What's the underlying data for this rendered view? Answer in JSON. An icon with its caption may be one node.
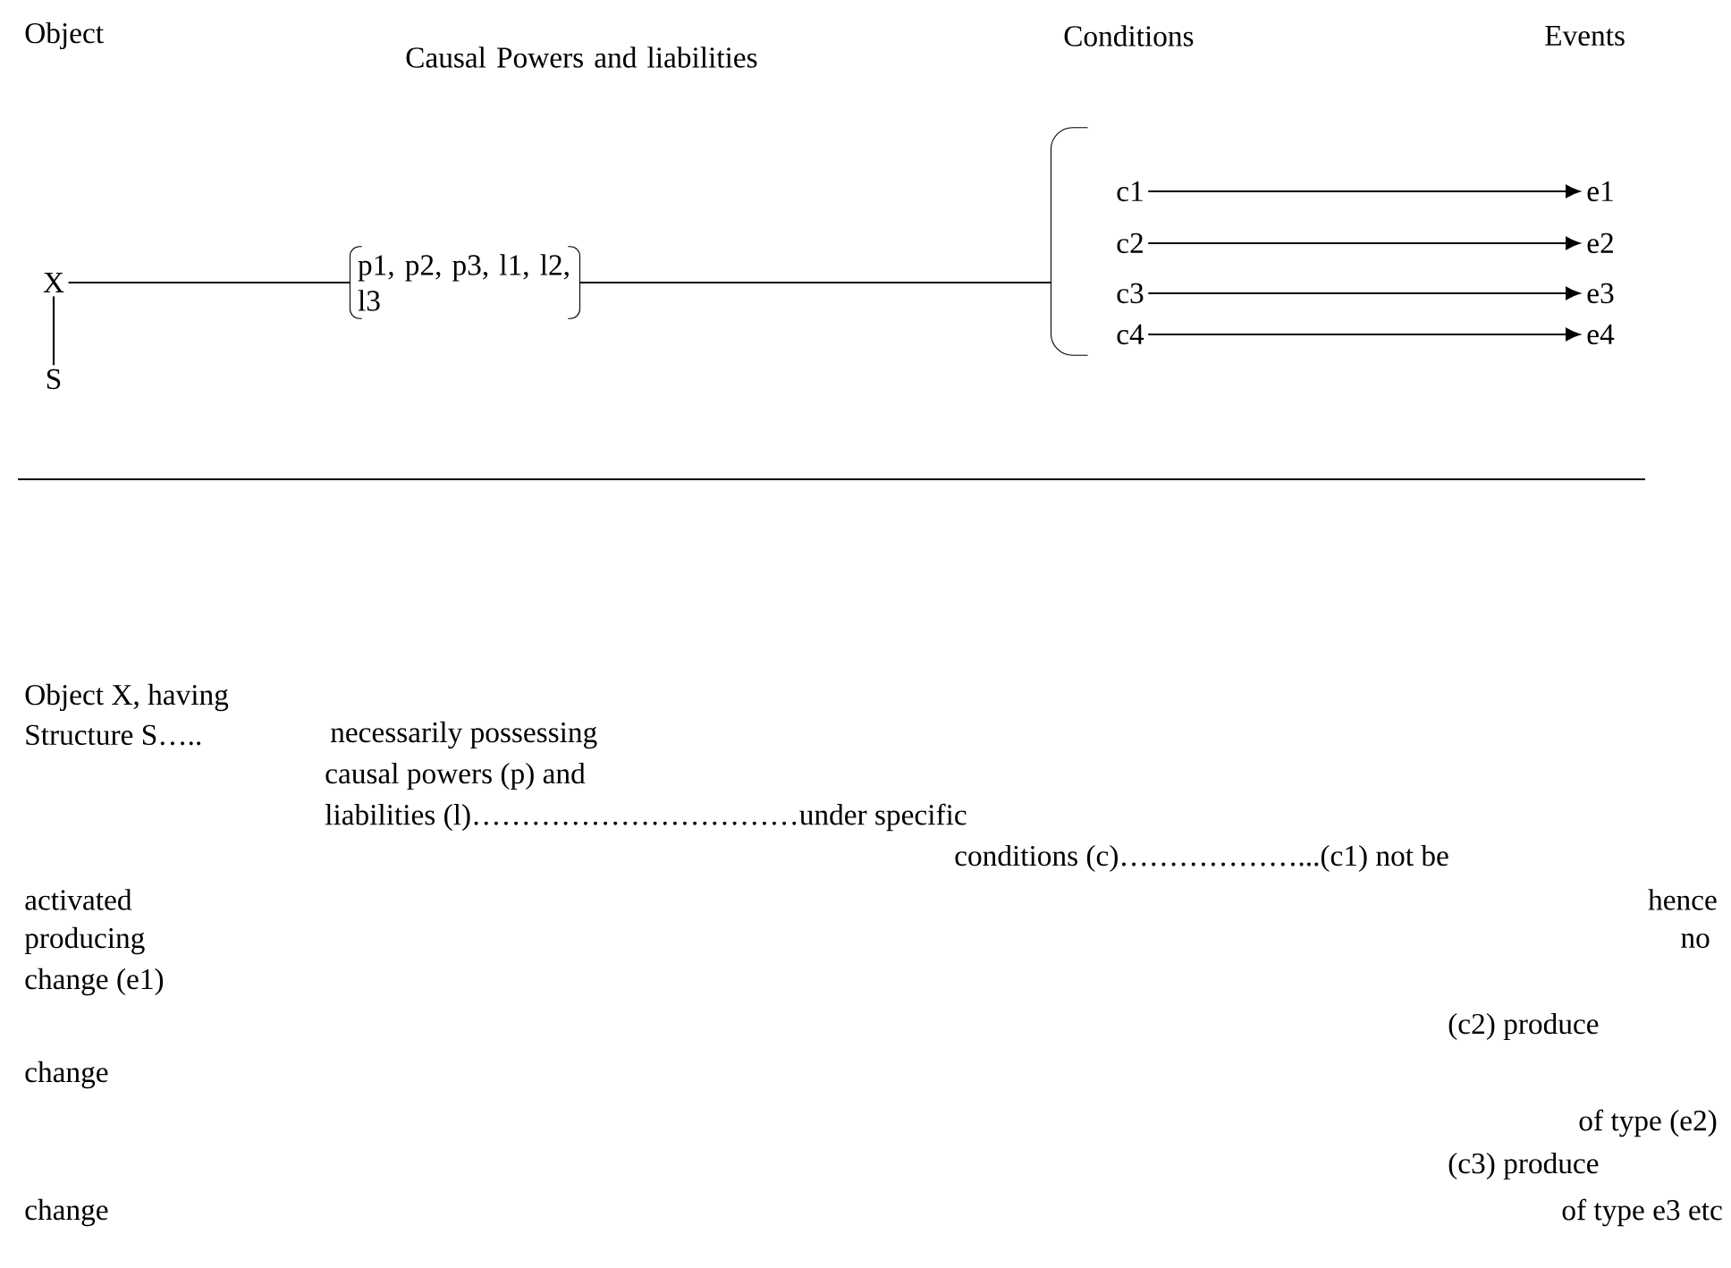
{
  "diagram": {
    "nodes": [
      {
        "text": [
          "X"
        ]
      },
      {
        "text": [
          "S"
        ]
      },
      {
        "text": [
          "p1, p2, p3, l1, l2, l3"
        ]
      },
      {
        "text": [],
        "shape": "bracket"
      },
      {
        "text": [
          "c1"
        ]
      },
      {
        "text": [
          "e1"
        ]
      },
      {
        "text": [
          "c2"
        ]
      },
      {
        "text": [
          "e2"
        ]
      },
      {
        "text": [
          "c3"
        ]
      },
      {
        "text": [
          "e3"
        ]
      },
      {
        "text": [
          "c4"
        ]
      },
      {
        "text": [
          "e4"
        ]
      }
    ],
    "edges": [
      {
        "from": 0,
        "to": 1,
        "arrow": "none"
      },
      {
        "from": 0,
        "to": 2,
        "arrow": "none"
      },
      {
        "from": 2,
        "to": 3,
        "arrow": "none"
      },
      {
        "from": 4,
        "to": 5,
        "arrow": "to"
      },
      {
        "from": 6,
        "to": 7,
        "arrow": "to"
      },
      {
        "from": 8,
        "to": 9,
        "arrow": "to"
      },
      {
        "from": 10,
        "to": 11,
        "arrow": "to"
      }
    ],
    "labels": [
      "Object",
      "Causal Powers and liabilities",
      "Conditions",
      "Events",
      "Object X, having",
      "Structure S…..",
      "necessarily possessing",
      "causal powers (p) and",
      "liabilities (l)……………………………under specific",
      "conditions (c)………………...(c1) not be",
      "activated",
      "hence",
      "producing",
      "no",
      "change (e1)",
      "(c2) produce",
      "change",
      "of type (e2)",
      "(c3) produce",
      "change",
      "of type e3 etc"
    ]
  }
}
